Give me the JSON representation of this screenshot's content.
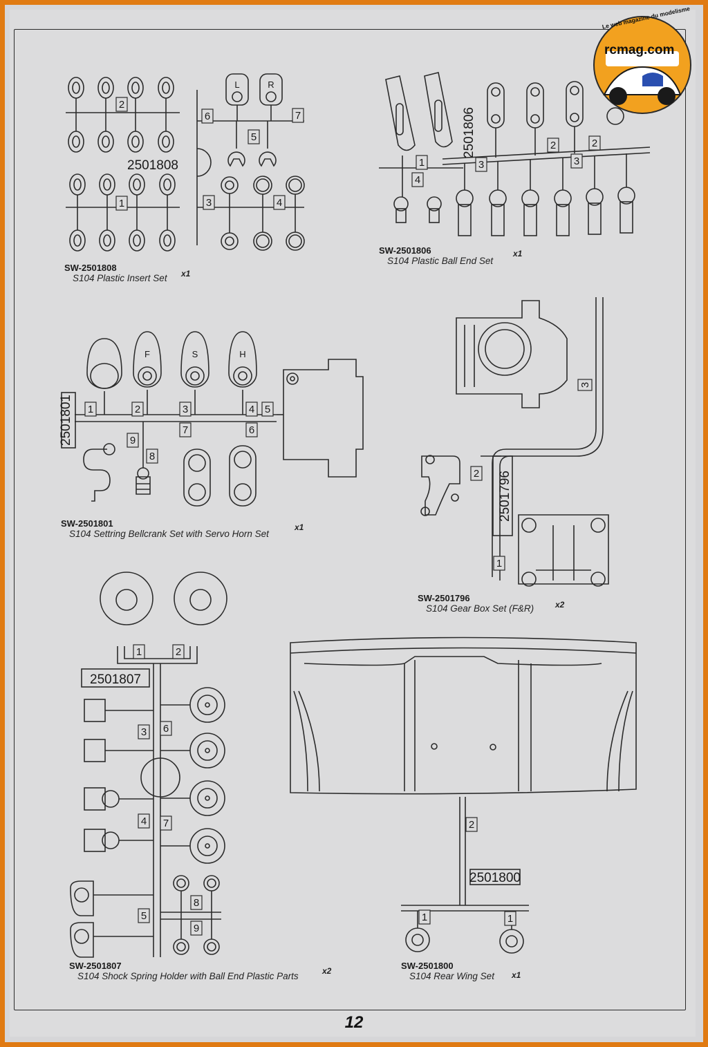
{
  "page": {
    "number": "12"
  },
  "logo": {
    "site": "rcmag.com",
    "tagline": "Le web magazine du modelisme"
  },
  "parts": [
    {
      "code": "SW-2501808",
      "name": "S104 Plastic Insert Set",
      "qty": "x1",
      "sprue_id": "2501808",
      "part_numbers": [
        "2",
        "6",
        "7",
        "5",
        "1",
        "3",
        "4"
      ]
    },
    {
      "code": "SW-2501806",
      "name": "S104 Plastic Ball End Set",
      "qty": "x1",
      "sprue_id": "2501806",
      "part_numbers": [
        "1",
        "2",
        "3",
        "4"
      ]
    },
    {
      "code": "SW-2501801",
      "name": "S104 Settring Bellcrank Set with  Servo Horn Set",
      "qty": "x1",
      "sprue_id": "2501801",
      "part_numbers": [
        "1",
        "2",
        "3",
        "4",
        "5",
        "6",
        "7",
        "8",
        "9"
      ],
      "horn_letters": [
        "F",
        "S",
        "H"
      ]
    },
    {
      "code": "SW-2501796",
      "name": "S104 Gear Box Set (F&R)",
      "qty": "x2",
      "sprue_id": "2501796",
      "part_numbers": [
        "1",
        "2",
        "3"
      ]
    },
    {
      "code": "SW-2501807",
      "name": "S104 Shock Spring Holder with Ball End Plastic Parts",
      "qty": "x2",
      "sprue_id": "2501807",
      "part_numbers": [
        "1",
        "2",
        "3",
        "4",
        "5",
        "6",
        "7",
        "8",
        "9"
      ]
    },
    {
      "code": "SW-2501800",
      "name": "S104 Rear Wing Set",
      "qty": "x1",
      "sprue_id": "2501800",
      "part_numbers": [
        "1",
        "2"
      ]
    }
  ],
  "insert_labels": {
    "left": "L",
    "right": "R"
  }
}
